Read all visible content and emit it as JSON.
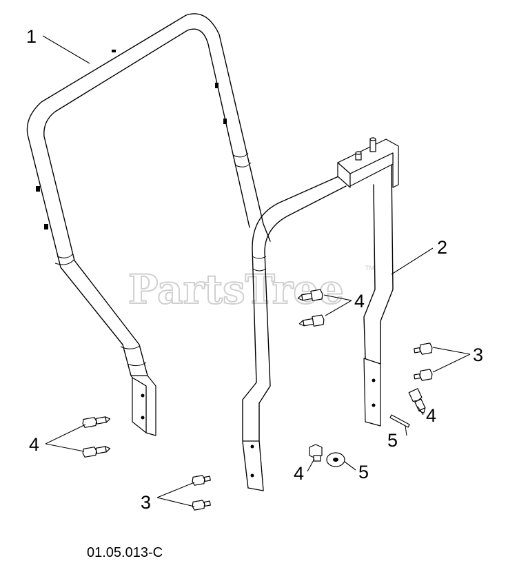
{
  "watermark": {
    "text": "PartsTree",
    "trademark": "TM"
  },
  "diagram_code": "01.05.013-C",
  "callouts": [
    {
      "label": "1",
      "part": "rear frame tube"
    },
    {
      "label": "2",
      "part": "front frame tube with bracket"
    },
    {
      "label": "3",
      "part": "bolt pair lower center"
    },
    {
      "label": "3",
      "part": "bolt pair right"
    },
    {
      "label": "4",
      "part": "bolt pair left"
    },
    {
      "label": "4",
      "part": "bolt pair middle"
    },
    {
      "label": "4",
      "part": "single bolt right"
    },
    {
      "label": "4",
      "part": "single bolt lower"
    },
    {
      "label": "5",
      "part": "pin"
    },
    {
      "label": "5",
      "part": "washer"
    }
  ]
}
